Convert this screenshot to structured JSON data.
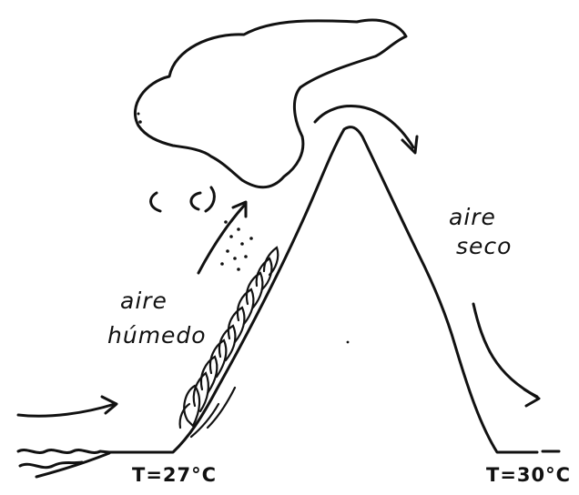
{
  "diagram": {
    "labels": {
      "humid_line1": "aire",
      "humid_line2": "húmedo",
      "dry_line1": "aire",
      "dry_line2": "seco",
      "temp_left": "T=27°C",
      "temp_right": "T=30°C"
    },
    "colors": {
      "ink": "#111111",
      "paper": "#ffffff"
    },
    "icons": [
      "wind-arrow-icon",
      "rising-air-arrow-icon",
      "descending-air-arrow-icon",
      "sea-waves-icon",
      "cloud-icon",
      "rain-icon"
    ]
  }
}
